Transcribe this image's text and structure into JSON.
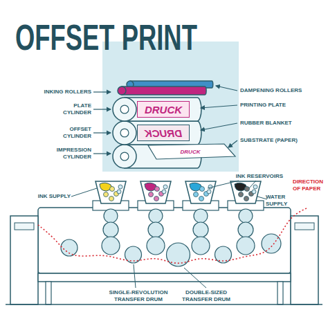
{
  "diagram": {
    "title": "OFFSET PRINT",
    "nodes": [
      {
        "text": [
          "DRUCK"
        ]
      },
      {
        "text": [
          "DRUCK"
        ]
      },
      {
        "text": [
          "DRUCK"
        ]
      }
    ],
    "labels": [
      "INKING ROLLERS",
      "PLATE CYLINDER",
      "OFFSET CYLINDER",
      "IMPRESSION CYLINDER",
      "DAMPENING ROLLERS",
      "PRINTING PLATE",
      "RUBBER BLANKET",
      "SUBSTRATE (PAPER)",
      "INK SUPPLY",
      "INK RESERVOIRS",
      "WATER SUPPLY",
      "DIRECTION OF PAPER",
      "SINGLE-REVOLUTION TRANSFER DRUM",
      "DOUBLE-SIZED TRANSFER DRUM"
    ]
  }
}
